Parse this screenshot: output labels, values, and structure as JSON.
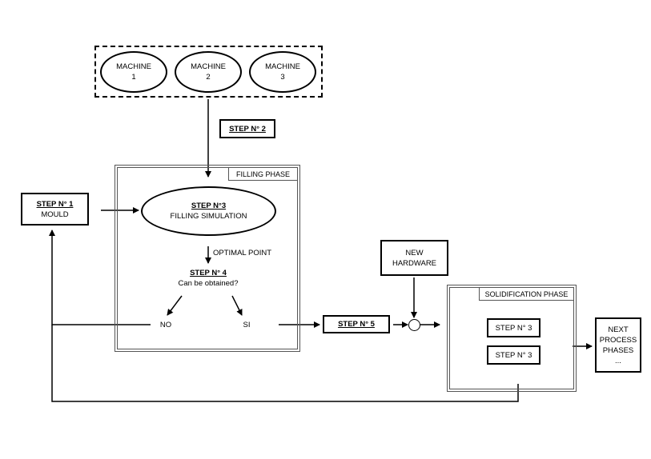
{
  "machines": {
    "m1": {
      "line1": "MACHINE",
      "line2": "1"
    },
    "m2": {
      "line1": "MACHINE",
      "line2": "2"
    },
    "m3": {
      "line1": "MACHINE",
      "line2": "3"
    }
  },
  "step2": {
    "label": "STEP N° 2"
  },
  "filling_phase": {
    "title": "FILLING PHASE"
  },
  "step1": {
    "title": "STEP N° 1",
    "sub": "MOULD"
  },
  "step3_main": {
    "title": "STEP N°3",
    "sub": "FILLING SIMULATION"
  },
  "optimal_point": {
    "label": "OPTIMAL POINT"
  },
  "step4": {
    "title": "STEP N° 4",
    "sub": "Can be obtained?"
  },
  "answers": {
    "no": "NO",
    "yes": "SI"
  },
  "step5": {
    "label": "STEP N° 5"
  },
  "new_hardware": {
    "line1": "NEW",
    "line2": "HARDWARE"
  },
  "solidification_phase": {
    "title": "SOLIDIFICATION PHASE"
  },
  "step3_a": {
    "label": "STEP N° 3"
  },
  "step3_b": {
    "label": "STEP N° 3"
  },
  "next_phases": {
    "line1": "NEXT",
    "line2": "PROCESS",
    "line3": "PHASES",
    "line4": "..."
  }
}
